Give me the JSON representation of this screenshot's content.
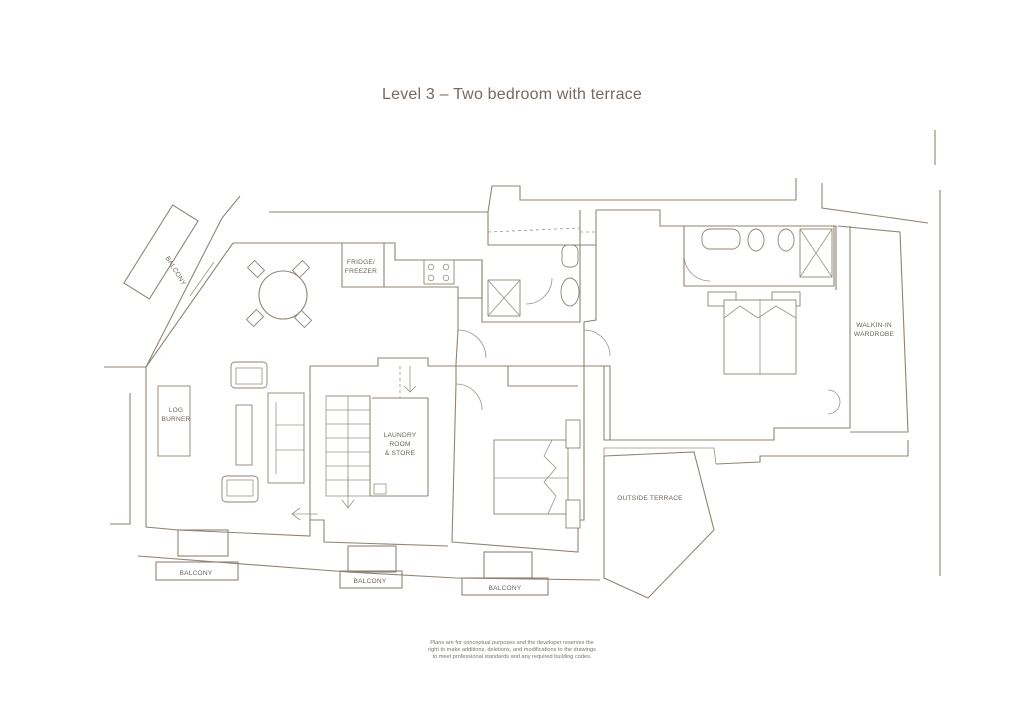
{
  "title": "Level 3 – Two bedroom with terrace",
  "labels": {
    "balcony": "BALCONY",
    "fridge_line1": "FRIDGE/",
    "fridge_line2": "FREEZER",
    "log_line1": "LOG",
    "log_line2": "BURNER",
    "laundry_line1": "LAUNDRY",
    "laundry_line2": "ROOM",
    "laundry_line3": "& STORE",
    "walkin_line1": "WALKIN-IN",
    "walkin_line2": "WARDROBE",
    "outside_terrace": "OUTSIDE TERRACE"
  },
  "note": {
    "line1": "Plans are for conceptual purposes and the developer reserves the",
    "line2": "right to make additions, deletions, and modifications to the drawings",
    "line3": "to meet professional standards and any required building codes."
  },
  "colors": {
    "line": "#8f8376",
    "text": "#6f6358"
  }
}
